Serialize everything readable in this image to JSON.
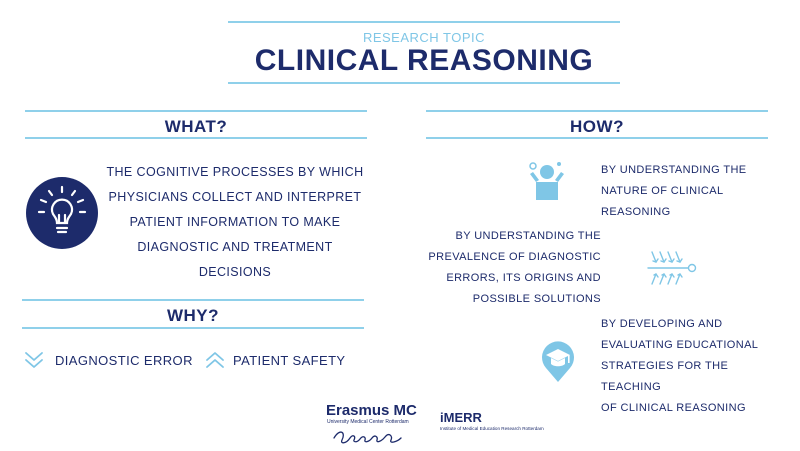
{
  "header": {
    "topic_label": "RESEARCH TOPIC",
    "title": "CLINICAL REASONING"
  },
  "what": {
    "heading": "WHAT?",
    "lines": [
      "THE COGNITIVE PROCESSES BY WHICH",
      "PHYSICIANS COLLECT AND INTERPRET",
      "PATIENT INFORMATION TO MAKE",
      "DIAGNOSTIC AND TREATMENT DECISIONS"
    ],
    "icon": "lightbulb-icon"
  },
  "why": {
    "heading": "WHY?",
    "items": [
      {
        "label": "DIAGNOSTIC ERROR",
        "icon": "chevrons-down-icon"
      },
      {
        "label": "PATIENT SAFETY",
        "icon": "chevrons-up-icon"
      }
    ]
  },
  "how": {
    "heading": "HOW?",
    "items": [
      {
        "lines": [
          "BY UNDERSTANDING THE",
          "NATURE OF CLINICAL",
          "REASONING"
        ],
        "icon": "thinking-person-icon"
      },
      {
        "lines": [
          "BY UNDERSTANDING THE",
          "PREVALENCE OF DIAGNOSTIC",
          "ERRORS, ITS ORIGINS AND",
          "POSSIBLE SOLUTIONS"
        ],
        "icon": "arrows-converge-icon"
      },
      {
        "lines": [
          "BY DEVELOPING AND",
          "EVALUATING EDUCATIONAL",
          "STRATEGIES FOR THE TEACHING",
          "OF CLINICAL REASONING"
        ],
        "icon": "graduation-pin-icon"
      }
    ]
  },
  "footer": {
    "erasmus_name": "Erasmus MC",
    "erasmus_sub": "University Medical Center Rotterdam",
    "imerr_name": "iMERR",
    "imerr_sub": "Institute of Medical Education Research Rotterdam"
  },
  "colors": {
    "navy": "#1d2b6b",
    "sky": "#7fc6e6",
    "rule": "#8fd0ea"
  }
}
